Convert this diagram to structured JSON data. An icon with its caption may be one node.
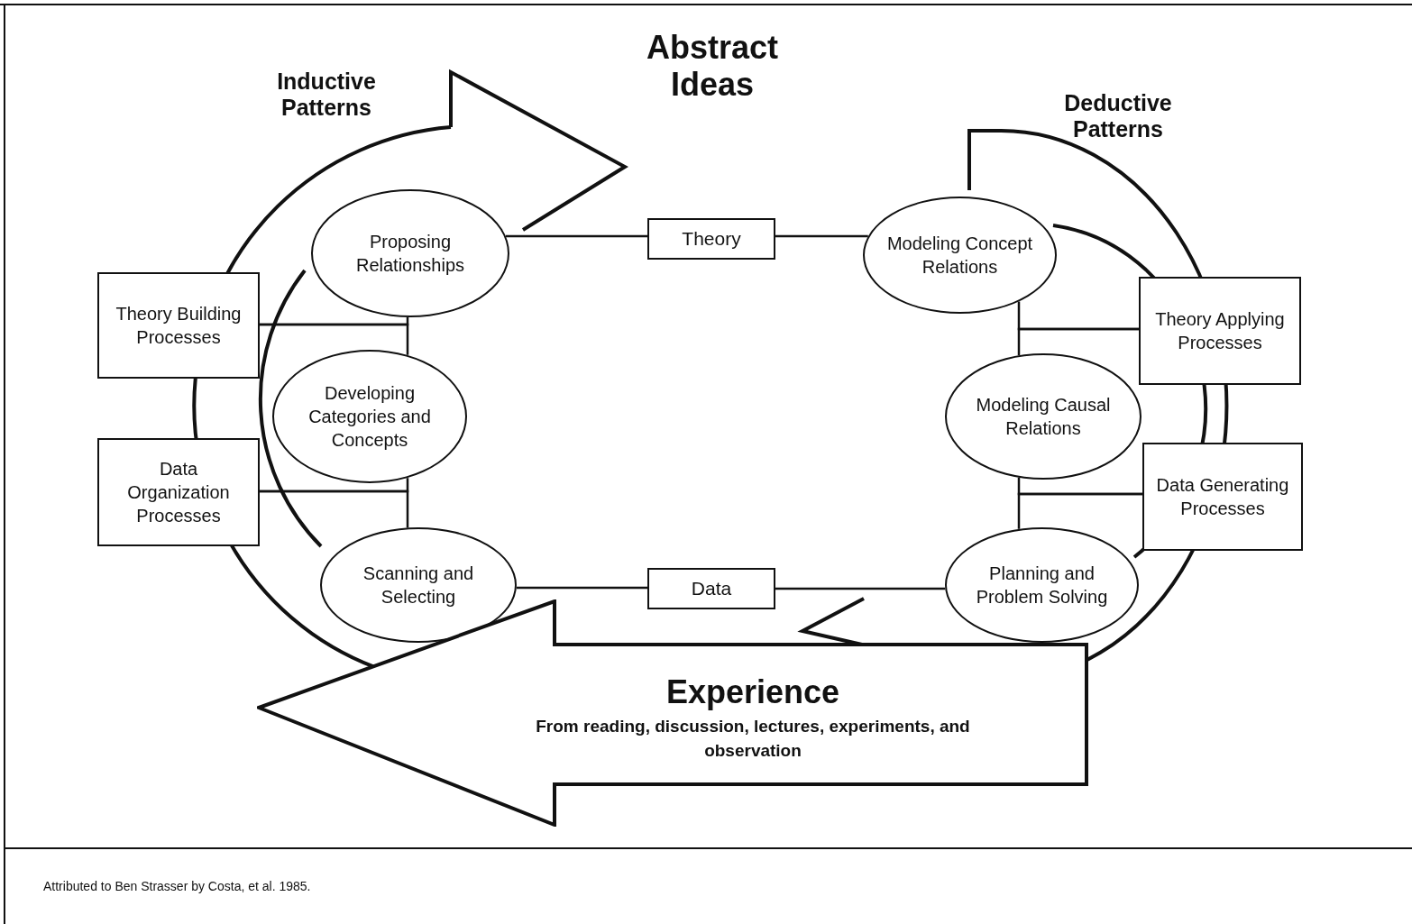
{
  "diagram": {
    "caption": "Attributed to Ben Strasser by Costa, et al. 1985.",
    "nodes": [
      {
        "text": [
          "Theory Building Processes"
        ]
      },
      {
        "text": [
          "Data Organization Processes"
        ]
      },
      {
        "text": [
          "Proposing Relationships"
        ]
      },
      {
        "text": [
          "Developing Categories and Concepts"
        ]
      },
      {
        "text": [
          "Scanning and Selecting"
        ]
      },
      {
        "text": [
          "Theory"
        ]
      },
      {
        "text": [
          "Data"
        ]
      },
      {
        "text": [
          "Modeling Concept Relations"
        ]
      },
      {
        "text": [
          "Modeling Causal Relations"
        ]
      },
      {
        "text": [
          "Planning and Problem Solving"
        ]
      },
      {
        "text": [
          "Theory Applying Processes"
        ]
      },
      {
        "text": [
          "Data Generating Processes"
        ]
      },
      {
        "text": [
          "Experience",
          "From reading, discussion, lectures, experiments, and observation"
        ]
      }
    ],
    "edges": [
      {
        "from": 2,
        "to": 5,
        "arrow": "none"
      },
      {
        "from": 5,
        "to": 7,
        "arrow": "none"
      },
      {
        "from": 4,
        "to": 6,
        "arrow": "none"
      },
      {
        "from": 6,
        "to": 9,
        "arrow": "none"
      },
      {
        "from": 0,
        "to": 2,
        "arrow": "none"
      },
      {
        "from": 0,
        "to": 3,
        "arrow": "none"
      },
      {
        "from": 1,
        "to": 3,
        "arrow": "none"
      },
      {
        "from": 1,
        "to": 4,
        "arrow": "none"
      },
      {
        "from": 10,
        "to": 7,
        "arrow": "none"
      },
      {
        "from": 10,
        "to": 8,
        "arrow": "none"
      },
      {
        "from": 11,
        "to": 8,
        "arrow": "none"
      },
      {
        "from": 11,
        "to": 9,
        "arrow": "none"
      }
    ],
    "labels": [
      "Abstract Ideas",
      "Inductive Patterns",
      "Deductive Patterns"
    ]
  }
}
